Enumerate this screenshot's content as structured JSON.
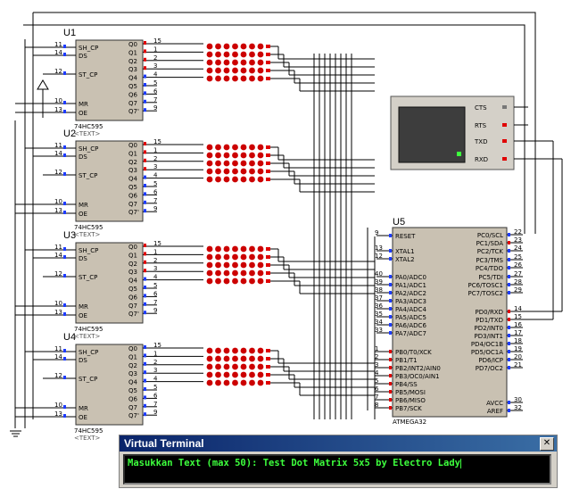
{
  "shift_registers": [
    {
      "ref": "U1",
      "part": "74HC595",
      "text": "<TEXT>"
    },
    {
      "ref": "U2",
      "part": "74HC595",
      "text": "<TEXT>"
    },
    {
      "ref": "U3",
      "part": "74HC595",
      "text": "<TEXT>"
    },
    {
      "ref": "U4",
      "part": "74HC595",
      "text": "<TEXT>"
    }
  ],
  "sr_left_pins": [
    {
      "num": "11",
      "label": "SH_CP"
    },
    {
      "num": "14",
      "label": "DS"
    },
    {
      "num": "12",
      "label": "ST_CP"
    },
    {
      "num": "10",
      "label": "MR"
    },
    {
      "num": "13",
      "label": "OE"
    }
  ],
  "sr_right_pins": [
    {
      "num": "15",
      "label": "Q0"
    },
    {
      "num": "1",
      "label": "Q1"
    },
    {
      "num": "2",
      "label": "Q2"
    },
    {
      "num": "3",
      "label": "Q3"
    },
    {
      "num": "4",
      "label": "Q4"
    },
    {
      "num": "5",
      "label": "Q5"
    },
    {
      "num": "6",
      "label": "Q6"
    },
    {
      "num": "7",
      "label": "Q7"
    },
    {
      "num": "9",
      "label": "Q7'"
    }
  ],
  "mcu": {
    "ref": "U5",
    "part": "ATMEGA32",
    "left_pins": [
      {
        "num": "9",
        "label": "RESET"
      },
      {
        "num": "13",
        "label": "XTAL1"
      },
      {
        "num": "12",
        "label": "XTAL2"
      },
      {
        "num": "40",
        "label": "PA0/ADC0"
      },
      {
        "num": "39",
        "label": "PA1/ADC1"
      },
      {
        "num": "38",
        "label": "PA2/ADC2"
      },
      {
        "num": "37",
        "label": "PA3/ADC3"
      },
      {
        "num": "36",
        "label": "PA4/ADC4"
      },
      {
        "num": "35",
        "label": "PA5/ADC5"
      },
      {
        "num": "34",
        "label": "PA6/ADC6"
      },
      {
        "num": "33",
        "label": "PA7/ADC7"
      },
      {
        "num": "1",
        "label": "PB0/T0/XCK"
      },
      {
        "num": "2",
        "label": "PB1/T1"
      },
      {
        "num": "3",
        "label": "PB2/INT2/AIN0"
      },
      {
        "num": "4",
        "label": "PB3/OC0/AIN1"
      },
      {
        "num": "5",
        "label": "PB4/SS"
      },
      {
        "num": "6",
        "label": "PB5/MOSI"
      },
      {
        "num": "7",
        "label": "PB6/MISO"
      },
      {
        "num": "8",
        "label": "PB7/SCK"
      }
    ],
    "right_pins": [
      {
        "num": "22",
        "label": "PC0/SCL"
      },
      {
        "num": "23",
        "label": "PC1/SDA"
      },
      {
        "num": "24",
        "label": "PC2/TCK"
      },
      {
        "num": "25",
        "label": "PC3/TMS"
      },
      {
        "num": "26",
        "label": "PC4/TDO"
      },
      {
        "num": "27",
        "label": "PC5/TDI"
      },
      {
        "num": "28",
        "label": "PC6/TOSC1"
      },
      {
        "num": "29",
        "label": "PC7/TOSC2"
      },
      {
        "num": "14",
        "label": "PD0/RXD"
      },
      {
        "num": "15",
        "label": "PD1/TXD"
      },
      {
        "num": "16",
        "label": "PD2/INT0"
      },
      {
        "num": "17",
        "label": "PD3/INT1"
      },
      {
        "num": "18",
        "label": "PD4/OC1B"
      },
      {
        "num": "19",
        "label": "PD5/OC1A"
      },
      {
        "num": "20",
        "label": "PD6/ICP"
      },
      {
        "num": "21",
        "label": "PD7/OC2"
      },
      {
        "num": "30",
        "label": "AVCC"
      },
      {
        "num": "32",
        "label": "AREF"
      }
    ]
  },
  "terminal_pins": [
    "CTS",
    "RTS",
    "TXD",
    "RXD"
  ],
  "virtual_terminal": {
    "title": "Virtual Terminal",
    "close": "✕",
    "text": "Masukkan Text (max 50): Test Dot Matrix 5x5 by Electro Lady"
  },
  "colors": {
    "wire": "#000000",
    "ic_fill": "#c9c1b2",
    "led_on": "#cc0000",
    "pin_blue": "#1e3cff",
    "pin_red": "#e00000",
    "terminal_bg": "#3d3d3d",
    "terminal_green": "#3dff3d"
  }
}
